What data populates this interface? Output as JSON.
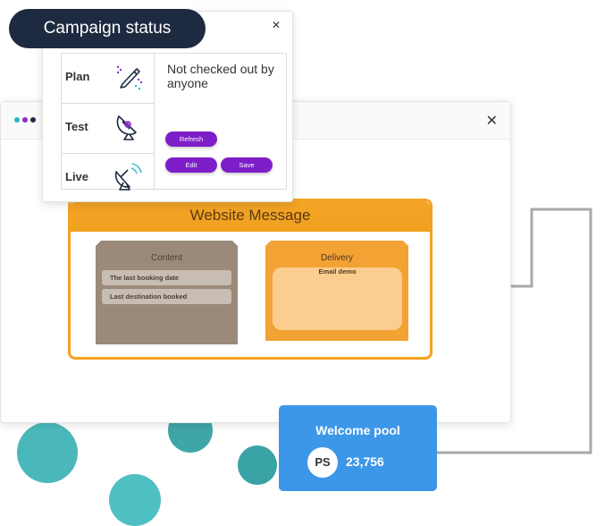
{
  "colors": {
    "bubble": "#4db6b8",
    "accent_orange": "#f5a31f",
    "content_brown": "#9b8a7a",
    "button_purple": "#7e1ec8",
    "pill_navy": "#1e2a40",
    "pool_blue": "#3d97e9",
    "dot_1": "#29b6c8",
    "dot_2": "#8a2bd0",
    "dot_3": "#1e2a40"
  },
  "campaign_status": {
    "pill_label": "Campaign status",
    "close_icon": "✕",
    "stages": [
      {
        "label": "Plan",
        "icon": "pencil-icon"
      },
      {
        "label": "Test",
        "icon": "satellite-dish-icon"
      },
      {
        "label": "Live",
        "icon": "satellite-dish-broadcasting-icon"
      }
    ],
    "status_text": "Not checked out by anyone",
    "refresh_label": "Refresh",
    "edit_label": "Edit",
    "save_label": "Save"
  },
  "main_window": {
    "close_icon": "✕"
  },
  "website_message": {
    "title": "Website Message",
    "content": {
      "title": "Content",
      "items": [
        "The last booking date",
        "Last destination booked"
      ]
    },
    "delivery": {
      "title": "Delivery",
      "item": "Email demo"
    }
  },
  "welcome_pool": {
    "title": "Welcome pool",
    "avatar_initials": "PS",
    "count": "23,756"
  }
}
